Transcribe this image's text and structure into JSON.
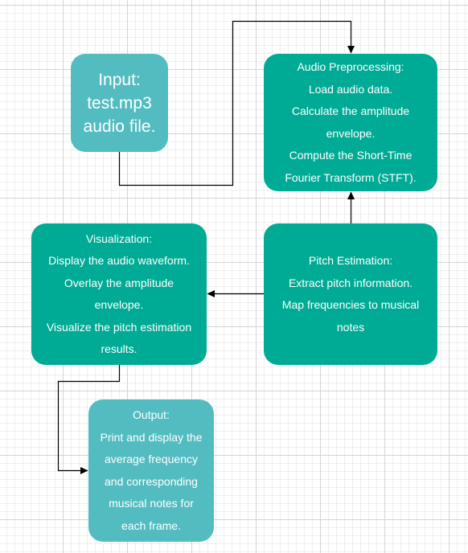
{
  "diagram": {
    "nodes": {
      "input": {
        "lines": [
          "Input:",
          "test.mp3",
          "audio file."
        ]
      },
      "preprocess": {
        "lines": [
          "Audio Preprocessing:",
          "Load audio data.",
          "Calculate the amplitude",
          "envelope.",
          "Compute the Short-Time",
          "Fourier Transform (STFT)."
        ]
      },
      "pitch": {
        "lines": [
          "Pitch Estimation:",
          "Extract pitch information.",
          "Map frequencies to musical",
          "notes"
        ]
      },
      "visual": {
        "lines": [
          "Visualization:",
          "Display the audio waveform.",
          "Overlay the amplitude",
          "envelope.",
          "Visualize the pitch estimation",
          "results."
        ]
      },
      "output": {
        "lines": [
          "Output:",
          "Print and display the",
          "average frequency",
          "and corresponding",
          "musical notes for",
          "each frame."
        ]
      }
    },
    "edges": [
      {
        "from": "input",
        "to": "preprocess"
      },
      {
        "from": "pitch",
        "to": "preprocess"
      },
      {
        "from": "pitch",
        "to": "visual"
      },
      {
        "from": "visual",
        "to": "output"
      }
    ],
    "colors": {
      "light_node": "#53bcc0",
      "dark_node": "#00ab95",
      "edge": "#000000",
      "text": "#ffffff"
    }
  }
}
